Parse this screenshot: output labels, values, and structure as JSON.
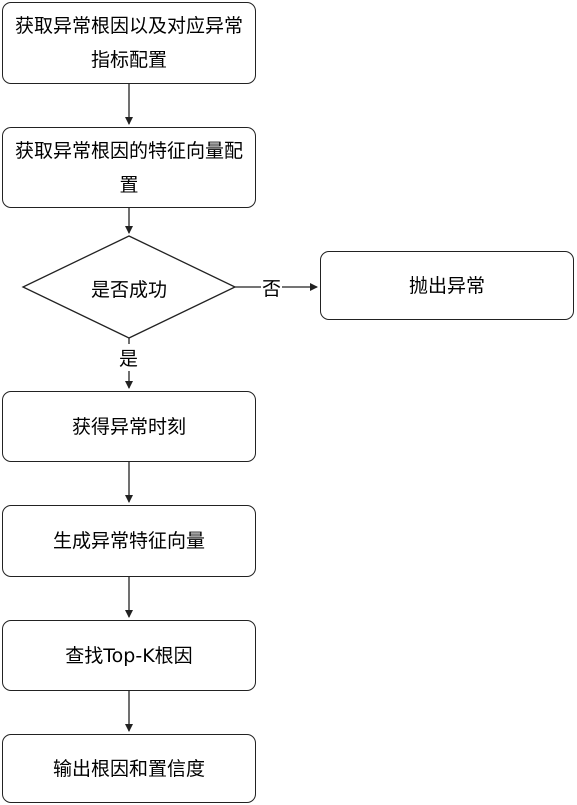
{
  "nodes": {
    "get_root_cause_config": "获取异常根因以及对应异常指标配置",
    "get_feature_vector_config": "获取异常根因的特征向量配置",
    "is_success": "是否成功",
    "throw_exception": "抛出异常",
    "get_anomaly_time": "获得异常时刻",
    "gen_feature_vector": "生成异常特征向量",
    "find_topk": "查找Top-K根因",
    "output_result": "输出根因和置信度"
  },
  "edges": {
    "yes": "是",
    "no": "否"
  }
}
